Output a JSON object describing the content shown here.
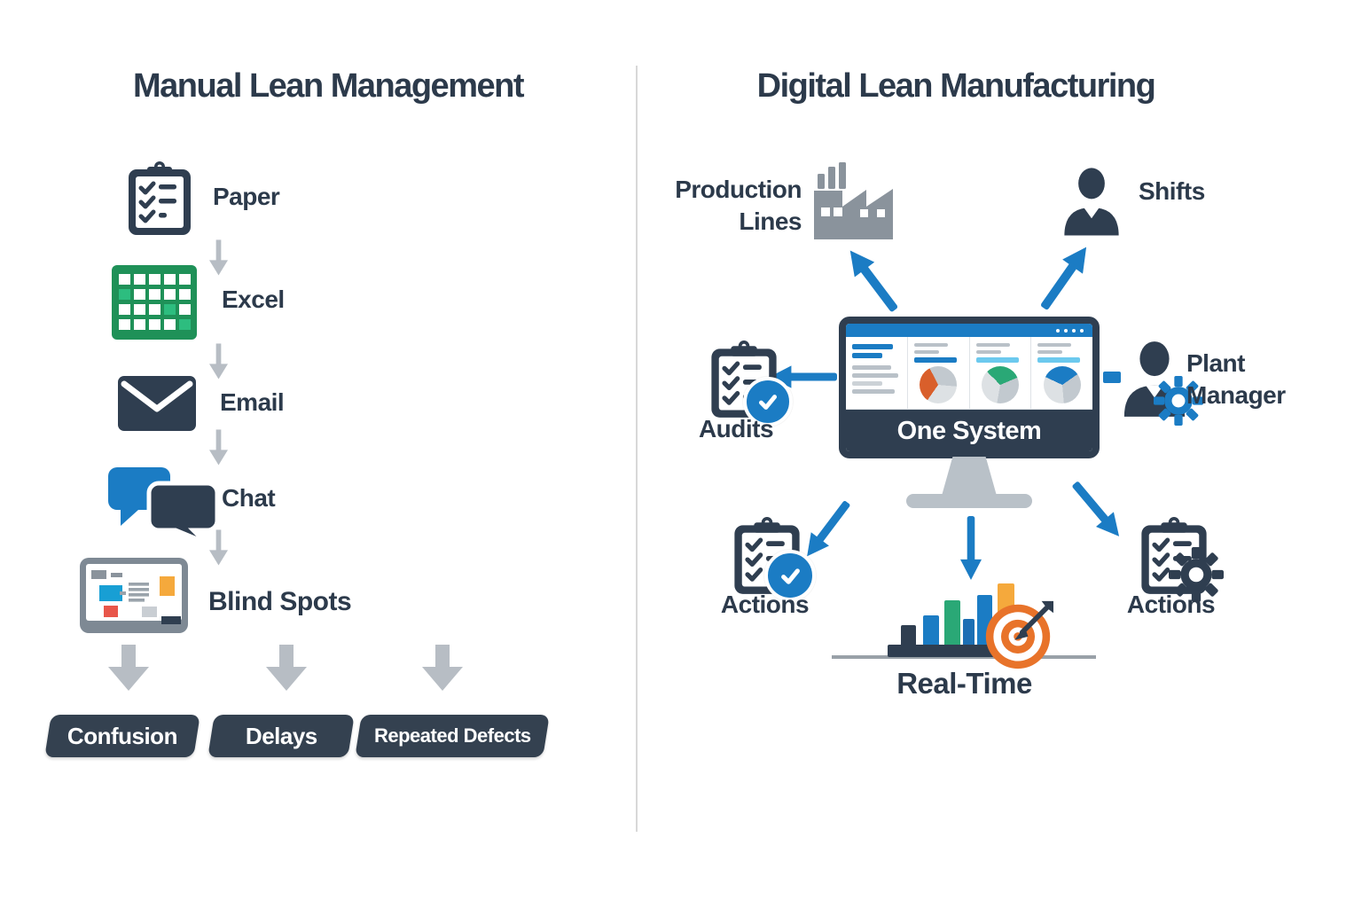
{
  "left": {
    "title": "Manual Lean Management",
    "flow": [
      {
        "label": "Paper",
        "icon": "clipboard-checklist-icon"
      },
      {
        "label": "Excel",
        "icon": "spreadsheet-icon"
      },
      {
        "label": "Email",
        "icon": "envelope-icon"
      },
      {
        "label": "Chat",
        "icon": "chat-bubbles-icon"
      },
      {
        "label": "Blind Spots",
        "icon": "whiteboard-icon"
      }
    ],
    "outcomes": [
      "Confusion",
      "Delays",
      "Repeated Defects"
    ]
  },
  "right": {
    "title": "Digital Lean Manufacturing",
    "hub_label": "One System",
    "nodes": {
      "production_lines": {
        "line1": "Production",
        "line2": "Lines",
        "icon": "factory-icon"
      },
      "shifts": {
        "label": "Shifts",
        "icon": "person-icon"
      },
      "audits": {
        "label": "Audits",
        "icon": "clipboard-check-icon"
      },
      "plant_manager": {
        "line1": "Plant",
        "line2": "Manager",
        "icon": "person-gear-icon"
      },
      "actions_left": {
        "label": "Actions",
        "icon": "clipboard-check-icon"
      },
      "real_time": {
        "label": "Real-Time",
        "icon": "bar-chart-target-icon"
      },
      "actions_right": {
        "label": "Actions",
        "icon": "clipboard-gear-icon"
      }
    }
  },
  "colors": {
    "ink": "#2f3e50",
    "blue": "#1b7cc4",
    "green": "#1f9158",
    "green_light": "#2dbd7f",
    "orange": "#f2a43c",
    "red": "#e8564a",
    "target_orange": "#e8732a",
    "gray_arrow": "#b7bdc4",
    "badge_bg": "#344150"
  }
}
